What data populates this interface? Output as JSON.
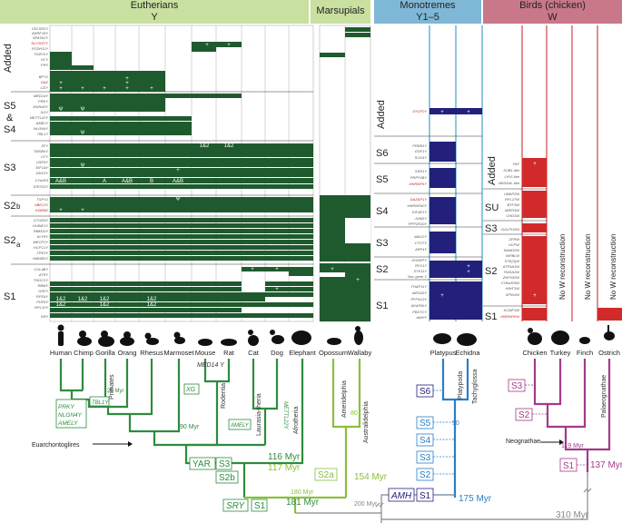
{
  "headers": {
    "eutherians": "Eutherians",
    "eutherians_chr": "Y",
    "marsupials": "Marsupials",
    "monotremes": "Monotremes",
    "monotremes_chr": "Y1–5",
    "birds": "Birds (chicken)",
    "birds_chr": "W"
  },
  "eutherian_strata": {
    "added": "Added",
    "s5": "S5",
    "amp": "&",
    "s4": "S4",
    "s3": "S3",
    "s2b_main": "S2",
    "s2b_sub": "b",
    "s2a_main": "S2",
    "s2a_sub": "a",
    "s1": "S1"
  },
  "eutherian_genes": {
    "added": [
      "CELSR2Y",
      "ARRF18Y",
      "SPATA2Y",
      "SLY/SSTY",
      "PCDH11Y",
      "TGIF2LY",
      "VCY",
      "PRY",
      "BPY2",
      "DAZ",
      "CDY"
    ],
    "s5s4": [
      "MED14Y",
      "PRKY",
      "MXRA5Y",
      "XGY",
      "METTL22Y",
      "AMELY",
      "NLGN4Y",
      "TBL1Y"
    ],
    "s3": [
      "ZFY",
      "TMSB4Y",
      "UTY",
      "USP9Y",
      "EIF1AY",
      "DDX3Y",
      "CYorf15",
      "EIF2S3Y"
    ],
    "s2b": [
      "TSPY1",
      "UBE1Y1",
      "KDM5D"
    ],
    "s2a": [
      "OTUD5Y",
      "HUWE1Y",
      "RBM10Y",
      "KLF8Y",
      "MECP2Y",
      "HCFC1Y",
      "TPE3Y",
      "HMGB3Y"
    ],
    "s1": [
      "CUL4BY",
      "ATRY",
      "THOC2Y",
      "RBMY",
      "HSFY",
      "RPS4Y",
      "PHF6Y",
      "RPL10Y",
      "SRY"
    ]
  },
  "eutherian_cell_text": {
    "r1": [
      "+",
      "+"
    ],
    "r2": [
      "+",
      "+"
    ],
    "r3": [
      "+",
      "+",
      "+",
      "+",
      "+",
      "+"
    ],
    "r4": [
      "Ψ",
      "Ψ"
    ],
    "r5": [
      "Ψ"
    ],
    "r6": [
      "1&2",
      "1&2"
    ],
    "r7": [
      "Ψ",
      "+"
    ],
    "r8": [
      "A&B",
      "A",
      "A&B",
      "B",
      "A&B"
    ],
    "r9": [
      "Ψ",
      "+",
      "+"
    ],
    "r10": [
      "1&2",
      "1&2",
      "1&2",
      "1&2"
    ],
    "r11": [
      "1&2",
      "1&2",
      "1&2"
    ],
    "r12": [
      "+"
    ],
    "r13": [
      "+",
      "+",
      "+",
      "+"
    ]
  },
  "monotremes": {
    "strata": [
      "Added",
      "S6",
      "S5",
      "S4",
      "S3",
      "S2",
      "S1"
    ],
    "added": [
      "SYCP2Y"
    ],
    "s6": [
      "PREB1Y",
      "EDF1Y",
      "SOX4Y"
    ],
    "s5": [
      "SSR1Y",
      "PRPF4BY",
      "HNRNPKY"
    ],
    "s4": [
      "DAZAP1Y",
      "HNRNPA0Y",
      "EIF4E1Y",
      "JUNDY",
      "PPP1R10Y"
    ],
    "s3": [
      "MAU2Y",
      "CTCFY",
      "ARF4Y"
    ],
    "s2": [
      "KHSRPY",
      "RFX1Y",
      "STK11Y",
      "Nuc gene Y"
    ],
    "s1": [
      "THAP11Y",
      "MED26Y",
      "PFFN13Y",
      "AKAP8LY",
      "PBX7CY",
      "AMHY"
    ]
  },
  "birds": {
    "strata": [
      "Added",
      "SU",
      "S3",
      "S2",
      "S1"
    ],
    "added": [
      "FAF",
      "SUB1-like",
      "LIPG-like",
      "NEDD4L-like"
    ],
    "su": [
      "UBAP2W",
      "RPL17W",
      "BTF3W",
      "MIER3W",
      "CHD1W"
    ],
    "s3": [
      "GOLPH3W"
    ],
    "s2": [
      "ZFRW",
      "VCPW",
      "SMAD2W",
      "NIPBLW",
      "STE(3)W",
      "ATP5A1W",
      "RASA1W",
      "ZNF532W",
      "C18orf25W",
      "HINT1W",
      "SPIN1W"
    ],
    "s1": [
      "KCMF1W",
      "HNRNPKW"
    ],
    "no_recon": "No W reconstruction"
  },
  "species": [
    "Human",
    "Chimp",
    "Gorilla",
    "Orang",
    "Rhesus",
    "Marmoset",
    "Mouse",
    "Rat",
    "Cat",
    "Dog",
    "Elephant",
    "Opossum",
    "Wallaby",
    "Platypus",
    "Echidna",
    "Chicken",
    "Turkey",
    "Finch",
    "Ostrich"
  ],
  "tree": {
    "myr_25": "25 Myr",
    "myr_90": "90 Myr",
    "myr_116": "116 Myr",
    "myr_117": "117 Myr",
    "myr_154": "154 Myr",
    "myr_80": "80",
    "myr_180": "180 Myr",
    "myr_181": "181 Myr",
    "myr_200": "200 Myr",
    "myr_310": "310 Myr",
    "myr_50": "50",
    "myr_175": "175 Myr",
    "myr_119": "119 Myr",
    "myr_137": "137 Myr",
    "boxes": {
      "xg": "XG",
      "tbl1y": "TBL1Y",
      "prky": "PRKY",
      "nlgn4y": "NLGN4Y",
      "amely": "AMELY",
      "amely2": "AMELY",
      "mettl22y": "METTL22Y",
      "med14y": "MED14 Y",
      "yar": "YAR",
      "s3": "S3",
      "s2b": "S2b",
      "s2a": "S2a",
      "sry": "SRY",
      "s1": "S1",
      "amh": "AMH",
      "m_s1": "S1",
      "m_s2": "S2",
      "m_s3": "S3",
      "m_s4": "S4",
      "m_s5": "S5",
      "m_s6": "S6",
      "b_s1": "S1",
      "b_s2": "S2",
      "b_s3": "S3"
    },
    "clades": {
      "primates": "Primates",
      "rodentia": "Rodentia",
      "laurasia": "Laurasia-theria",
      "afrotheria": "Afrotheria",
      "ameridelphia": "Ameridelphia",
      "australidelphia": "Australidelphia",
      "platypoda": "Platypoda",
      "tachyglossa": "Tachyglossa",
      "palaeognathae": "Palaeognathae",
      "euarchontoglires": "Euarchontoglires",
      "neognathae": "Neognathae"
    }
  },
  "colors": {
    "eutherian": "#1f5a2e",
    "eutherian_branch": "#2e8b3e",
    "marsupial": "#8bbf3b",
    "monotreme": "#22207a",
    "monotreme_branch": "#2a7ec8",
    "bird": "#d22a2a",
    "bird_branch": "#a33a8a",
    "eu_header": "#c8e0a0",
    "mono_header": "#7fb8d6",
    "bird_header": "#c06070"
  }
}
